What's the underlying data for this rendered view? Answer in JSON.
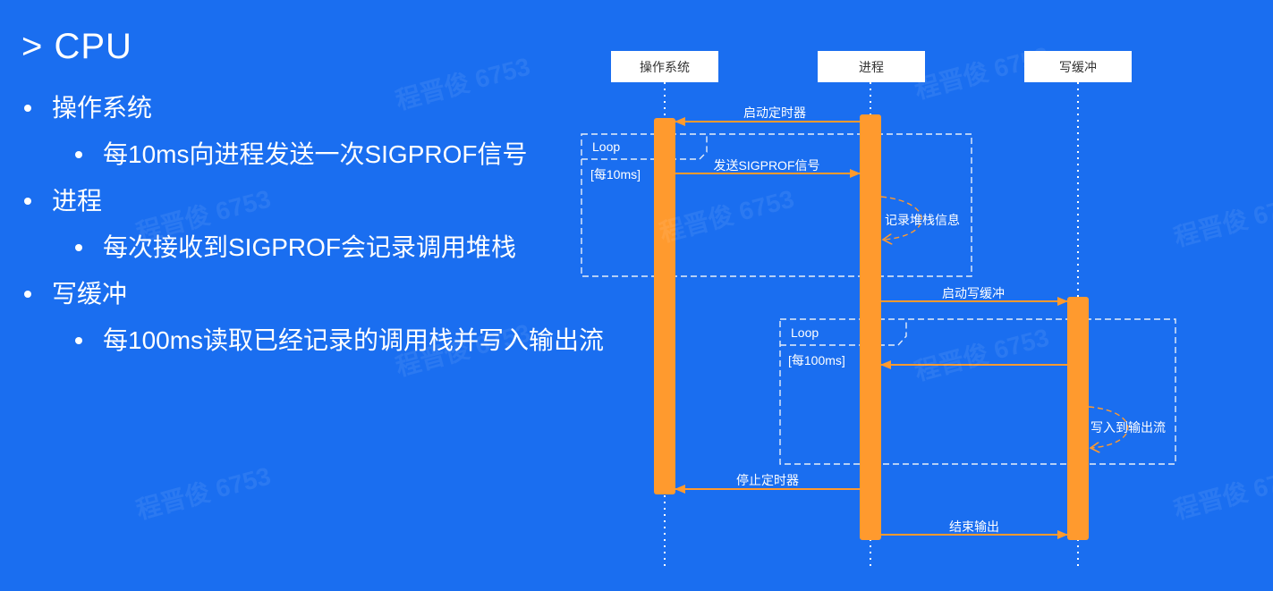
{
  "title": "> CPU",
  "bullets": [
    {
      "text": "操作系统",
      "level": 1
    },
    {
      "text": "每10ms向进程发送一次SIGPROF信号",
      "level": 2
    },
    {
      "text": "进程",
      "level": 1
    },
    {
      "text": "每次接收到SIGPROF会记录调用堆栈",
      "level": 2
    },
    {
      "text": "写缓冲",
      "level": 1
    },
    {
      "text": "每100ms读取已经记录的调用栈并写入输出流",
      "level": 2
    }
  ],
  "diagram": {
    "participants": [
      "操作系统",
      "进程",
      "写缓冲"
    ],
    "messages": {
      "start_timer": "启动定时器",
      "send_signal": "发送SIGPROF信号",
      "record_stack": "记录堆栈信息",
      "start_buffer": "启动写缓冲",
      "write_stream": "写入到输出流",
      "stop_timer": "停止定时器",
      "end_output": "结束输出"
    },
    "loops": [
      {
        "tag": "Loop",
        "condition": "[每10ms]"
      },
      {
        "tag": "Loop",
        "condition": "[每100ms]"
      }
    ],
    "colors": {
      "activation": "#ff9a2e",
      "arrow": "#ff9a2e",
      "frame": "#dfe8f7",
      "lifeline": "#ffffff"
    }
  },
  "watermark": "程晋俊 6753"
}
